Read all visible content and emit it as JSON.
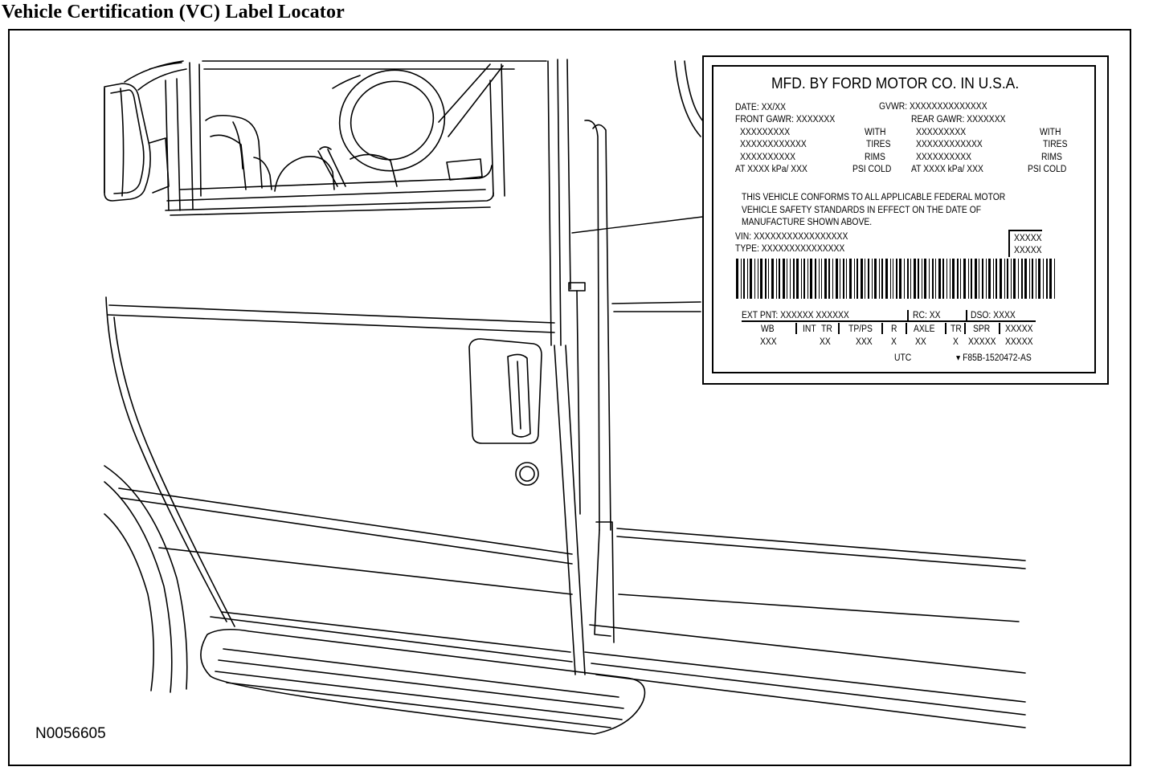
{
  "title": "Vehicle Certification (VC) Label Locator",
  "figure_id": "N0056605",
  "label": {
    "manufacturer": "MFD. BY FORD MOTOR CO. IN U.S.A.",
    "date": "DATE: XX/XX",
    "gvwr": "GVWR: XXXXXXXXXXXXXX",
    "front_gawr": "FRONT GAWR: XXXXXXX",
    "rear_gawr": "REAR GAWR: XXXXXXX",
    "front_col": [
      "XXXXXXXXX",
      "XXXXXXXXXXXX",
      "XXXXXXXXXX"
    ],
    "front_mid": [
      "WITH",
      "TIRES",
      "RIMS"
    ],
    "rear_col": [
      "XXXXXXXXX",
      "XXXXXXXXXXXX",
      "XXXXXXXXXX"
    ],
    "rear_mid": [
      "WITH",
      "TIRES",
      "RIMS"
    ],
    "front_pressure": "AT   XXXX  kPa/ XXX",
    "front_psi": "PSI COLD",
    "rear_pressure": "AT   XXXX  kPa/ XXX",
    "rear_psi": "PSI COLD",
    "conformity": [
      "THIS VEHICLE CONFORMS TO ALL APPLICABLE FEDERAL MOTOR",
      "VEHICLE SAFETY STANDARDS IN EFFECT ON THE DATE OF",
      "MANUFACTURE SHOWN ABOVE."
    ],
    "vin": "VIN:  XXXXXXXXXXXXXXXXX",
    "type": "TYPE: XXXXXXXXXXXXXXX",
    "box_codes": [
      "XXXXX",
      "XXXXX"
    ],
    "ext_pnt": "EXT PNT:  XXXXXX XXXXXX",
    "rc": "RC:  XX",
    "dso": "DSO:  XXXX",
    "code_headers": [
      "WB",
      "INT",
      "TR",
      "TP/PS",
      "R",
      "AXLE",
      "TR",
      "SPR",
      "XXXXX"
    ],
    "code_values": [
      "XXX",
      "XX",
      "XXX",
      "X",
      "XX",
      "X",
      "XXXXX",
      "XXXXX"
    ],
    "utc": "UTC",
    "part_number": "▾  F85B-1520472-AS"
  }
}
